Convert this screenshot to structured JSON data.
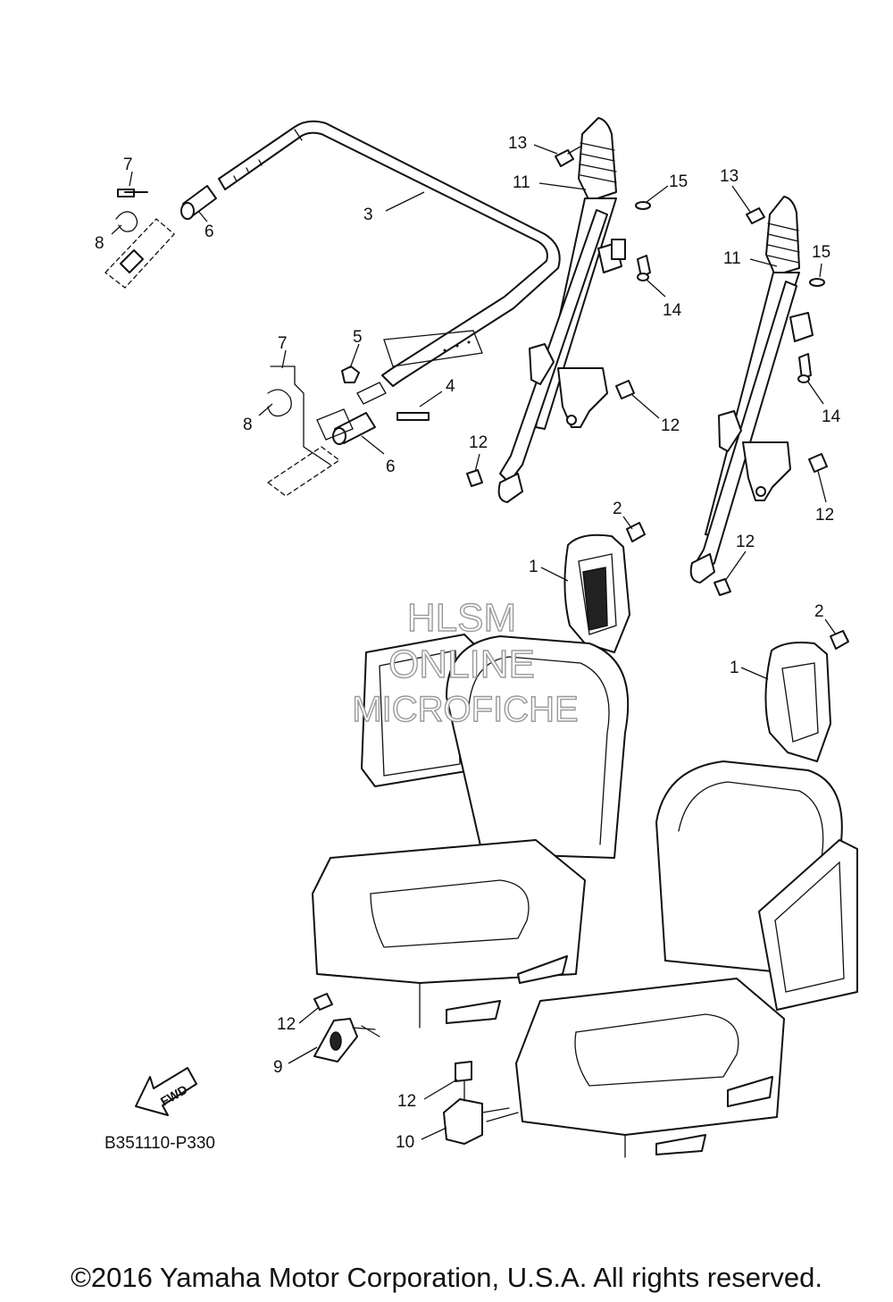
{
  "diagram": {
    "callouts": {
      "c1a": "1",
      "c1b": "1",
      "c2a": "2",
      "c2b": "2",
      "c3": "3",
      "c4": "4",
      "c5": "5",
      "c6a": "6",
      "c6b": "6",
      "c7a": "7",
      "c7b": "7",
      "c8a": "8",
      "c8b": "8",
      "c9": "9",
      "c10": "10",
      "c11a": "11",
      "c11b": "11",
      "c12a": "12",
      "c12b": "12",
      "c12c": "12",
      "c12d": "12",
      "c12e": "12",
      "c12f": "12",
      "c13a": "13",
      "c13b": "13",
      "c14a": "14",
      "c14b": "14",
      "c15a": "15",
      "c15b": "15"
    },
    "fwd_label": "FWD",
    "drawing_code": "B351110-P330"
  },
  "watermark": {
    "line1": "HLSM",
    "line2": "ONLINE",
    "line3": "MICROFICHE"
  },
  "copyright": "©2016 Yamaha Motor Corporation, U.S.A. All rights reserved."
}
